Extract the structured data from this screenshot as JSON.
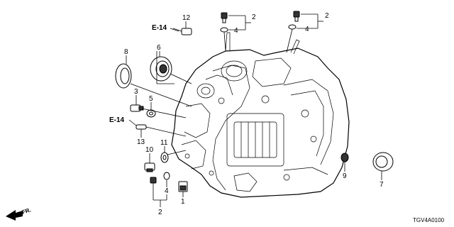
{
  "diagram": {
    "callouts": {
      "c1": "1",
      "c2a": "2",
      "c2b": "2",
      "c2c": "2",
      "c3": "3",
      "c4a": "4",
      "c4b": "4",
      "c4c": "4",
      "c5": "5",
      "c6": "6",
      "c7": "7",
      "c8": "8",
      "c9": "9",
      "c10": "10",
      "c11": "11",
      "c12": "12",
      "c13": "13"
    },
    "refs": {
      "e14_top": "E-14",
      "e14_left": "E-14"
    },
    "front_indicator": "FR.",
    "diagram_code": "TGV4A0100"
  }
}
